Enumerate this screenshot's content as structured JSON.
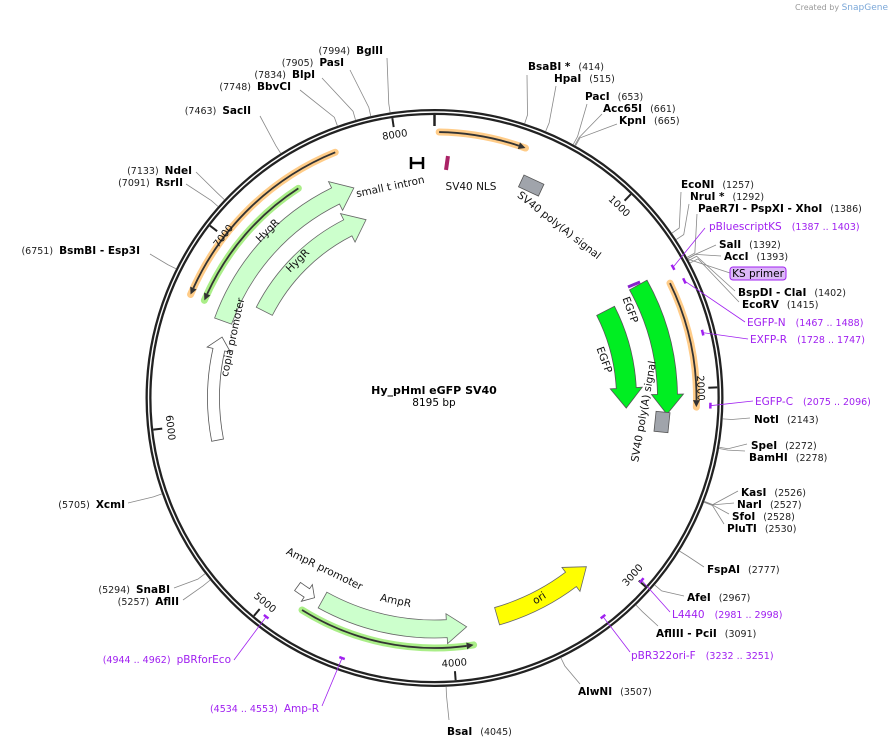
{
  "credit": {
    "prefix": "Created by",
    "brand": "SnapGene"
  },
  "map": {
    "name": "Hy_pHml eGFP SV40",
    "length": "8195 bp"
  },
  "colors": {
    "backbone": "#222222",
    "primer": "#a020f0",
    "hygr": "#ccffcc",
    "egfp": "#00ee22",
    "ori": "#ffff00",
    "orange": "#ffcc88",
    "polyA": "#a0a4ab",
    "nls": "#aa2266"
  },
  "ticks": [
    "1000",
    "2000",
    "3000",
    "4000",
    "5000",
    "6000",
    "7000",
    "8000"
  ],
  "features": {
    "small_t_intron": "small t intron",
    "sv40_nls": "SV40 NLS",
    "sv40_polya_top": "SV40 poly(A) signal",
    "hygr_outer": "HygR",
    "hygr_inner": "HygR",
    "copia_promoter": "copia promoter",
    "egfp_outer": "EGFP",
    "egfp_inner": "EGFP",
    "sv40_polya_right": "SV40 poly(A) signal",
    "ampr_promoter": "AmpR promoter",
    "ampr": "AmpR",
    "ori": "ori"
  },
  "enzymes": [
    {
      "name": "BsaBI *",
      "position": "(414)"
    },
    {
      "name": "HpaI",
      "position": "(515)"
    },
    {
      "name": "PacI",
      "position": "(653)"
    },
    {
      "name": "Acc65I",
      "position": "(661)"
    },
    {
      "name": "KpnI",
      "position": "(665)"
    },
    {
      "name": "EcoNI",
      "position": "(1257)"
    },
    {
      "name": "NruI *",
      "position": "(1292)"
    },
    {
      "name": "PaeR7I  - PspXI  - XhoI",
      "position": "(1386)"
    },
    {
      "name": "SalI",
      "position": "(1392)"
    },
    {
      "name": "AccI",
      "position": "(1393)"
    },
    {
      "name": "BspDI  - ClaI",
      "position": "(1402)"
    },
    {
      "name": "EcoRV",
      "position": "(1415)"
    },
    {
      "name": "NotI",
      "position": "(2143)"
    },
    {
      "name": "SpeI",
      "position": "(2272)"
    },
    {
      "name": "BamHI",
      "position": "(2278)"
    },
    {
      "name": "KasI",
      "position": "(2526)"
    },
    {
      "name": "NarI",
      "position": "(2527)"
    },
    {
      "name": "SfoI",
      "position": "(2528)"
    },
    {
      "name": "PluTI",
      "position": "(2530)"
    },
    {
      "name": "FspAI",
      "position": "(2777)"
    },
    {
      "name": "AfeI",
      "position": "(2967)"
    },
    {
      "name": "AflIII  - PciI",
      "position": "(3091)"
    },
    {
      "name": "AlwNI",
      "position": "(3507)"
    },
    {
      "name": "BsaI",
      "position": "(4045)"
    },
    {
      "name": "XcmI",
      "position": "(5705)"
    },
    {
      "name": "AflII",
      "position": "(5257)"
    },
    {
      "name": "SnaBI",
      "position": "(5294)"
    },
    {
      "name": "BsmBI  - Esp3I",
      "position": "(6751)"
    },
    {
      "name": "RsrII",
      "position": "(7091)"
    },
    {
      "name": "NdeI",
      "position": "(7133)"
    },
    {
      "name": "SacII",
      "position": "(7463)"
    },
    {
      "name": "BbvCI",
      "position": "(7748)"
    },
    {
      "name": "BlpI",
      "position": "(7834)"
    },
    {
      "name": "PasI",
      "position": "(7905)"
    },
    {
      "name": "BglII",
      "position": "(7994)"
    }
  ],
  "primers": [
    {
      "name": "pBluescriptKS",
      "range": "(1387 .. 1403)"
    },
    {
      "name": "KS primer",
      "range": ""
    },
    {
      "name": "EGFP-N",
      "range": "(1467 .. 1488)"
    },
    {
      "name": "EXFP-R",
      "range": "(1728 .. 1747)"
    },
    {
      "name": "EGFP-C",
      "range": "(2075 .. 2096)"
    },
    {
      "name": "L4440",
      "range": "(2981 .. 2998)"
    },
    {
      "name": "pBR322ori-F",
      "range": "(3232 .. 3251)"
    },
    {
      "name": "pBRforEco",
      "range": "(4944 .. 4962)"
    },
    {
      "name": "Amp-R",
      "range": "(4534 .. 4553)"
    }
  ]
}
